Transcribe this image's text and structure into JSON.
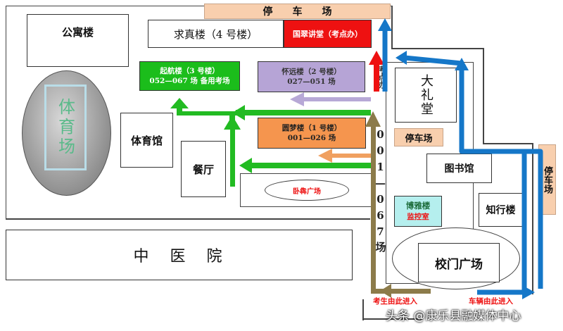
{
  "parking_top": "停　　车　　场",
  "apartment": "公寓楼",
  "qiuzhen": "求真楼（4 号楼）",
  "guocui": "国翠讲堂（考点办）",
  "qihang": {
    "name": "起航楼（3 号楼）",
    "rooms": "052—067 场 备用考场"
  },
  "huaiyuan": {
    "name": "怀远楼（2 号楼）",
    "rooms": "027—051 场"
  },
  "kaodianban": "考点办",
  "dalitang": "大礼堂",
  "parking_mid": "停车场",
  "stadium": "体育场",
  "gym": "体育馆",
  "canteen": "餐厅",
  "yuanmeng": {
    "name": "圆梦楼（1 号楼）",
    "rooms": "001—026 场"
  },
  "woting": "卧犇广场",
  "library": "图书馆",
  "parking_right": "停车场",
  "boya": {
    "name": "博雅楼",
    "sub": "监控室"
  },
  "zhixing": "知行楼",
  "vertical_path": "001—067场",
  "hospital": "中　医　院",
  "gate_square": "校门广场",
  "entry_students": "考生由此进入",
  "entry_vehicles": "车辆由此进入",
  "watermark": "头条 @康乐县融媒体中心",
  "colors": {
    "green": "#22bb22",
    "blue": "#1577c8",
    "olive": "#8c7b4a",
    "orange_arrow": "#f0a060",
    "lilac_arrow": "#b7a8d6",
    "red": "#ee1111"
  }
}
